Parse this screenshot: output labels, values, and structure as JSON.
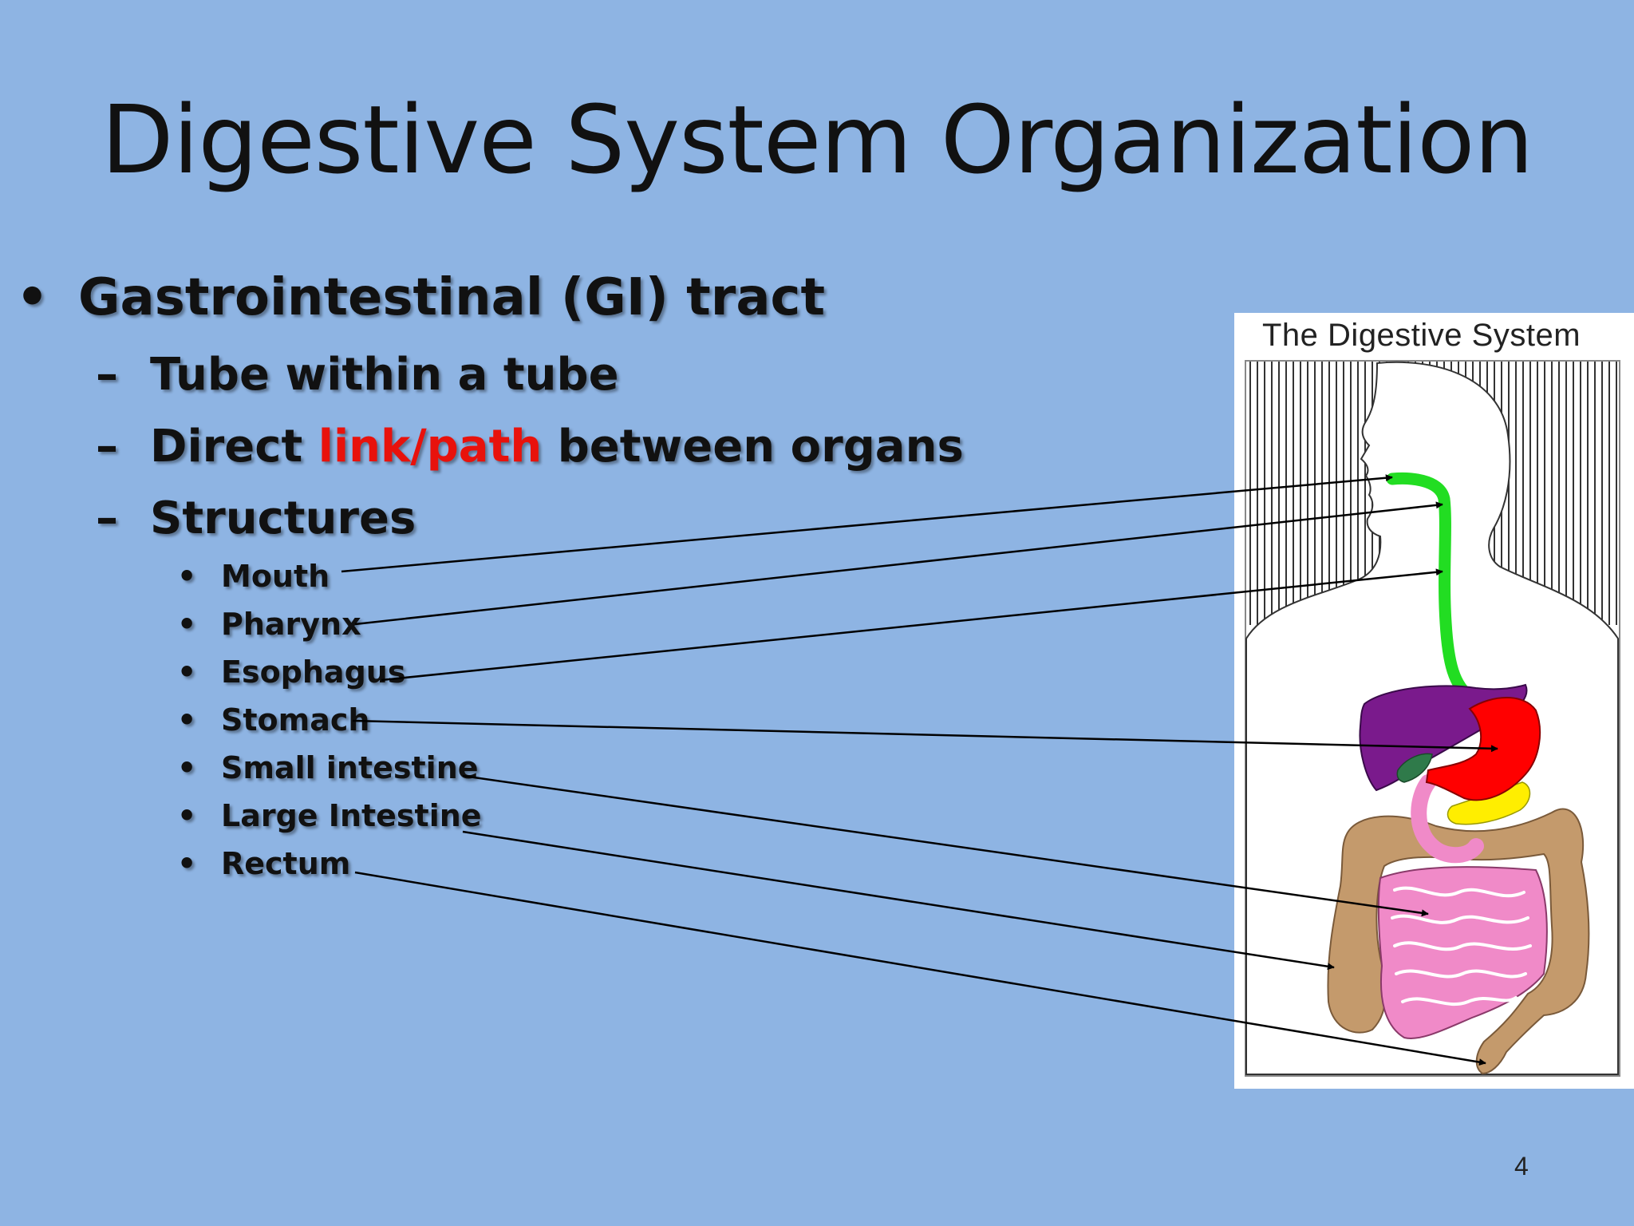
{
  "slide": {
    "title": "Digestive System Organization",
    "page_number": "4"
  },
  "bullets": {
    "level1_marker": "•",
    "level2_marker": "–",
    "level3_marker": "•",
    "main": "Gastrointestinal (GI) tract",
    "sub1": "Tube within a tube",
    "sub2_pre": "Direct ",
    "sub2_highlight": "link/path",
    "sub2_post": " between organs",
    "sub3": "Structures",
    "structures": [
      "Mouth",
      "Pharynx",
      "Esophagus",
      "Stomach",
      "Small intestine",
      "Large Intestine",
      "Rectum"
    ]
  },
  "diagram": {
    "title": "The Digestive System",
    "colors": {
      "esophagus": "#22dd22",
      "liver": "#7a1a8c",
      "stomach": "#ff0000",
      "gallbladder": "#2f7a4a",
      "pancreas": "#ffee00",
      "small_intestine": "#f08ac8",
      "large_intestine": "#c49a6c"
    }
  },
  "colors": {
    "background": "#8eb4e3",
    "highlight": "#e8120c"
  }
}
